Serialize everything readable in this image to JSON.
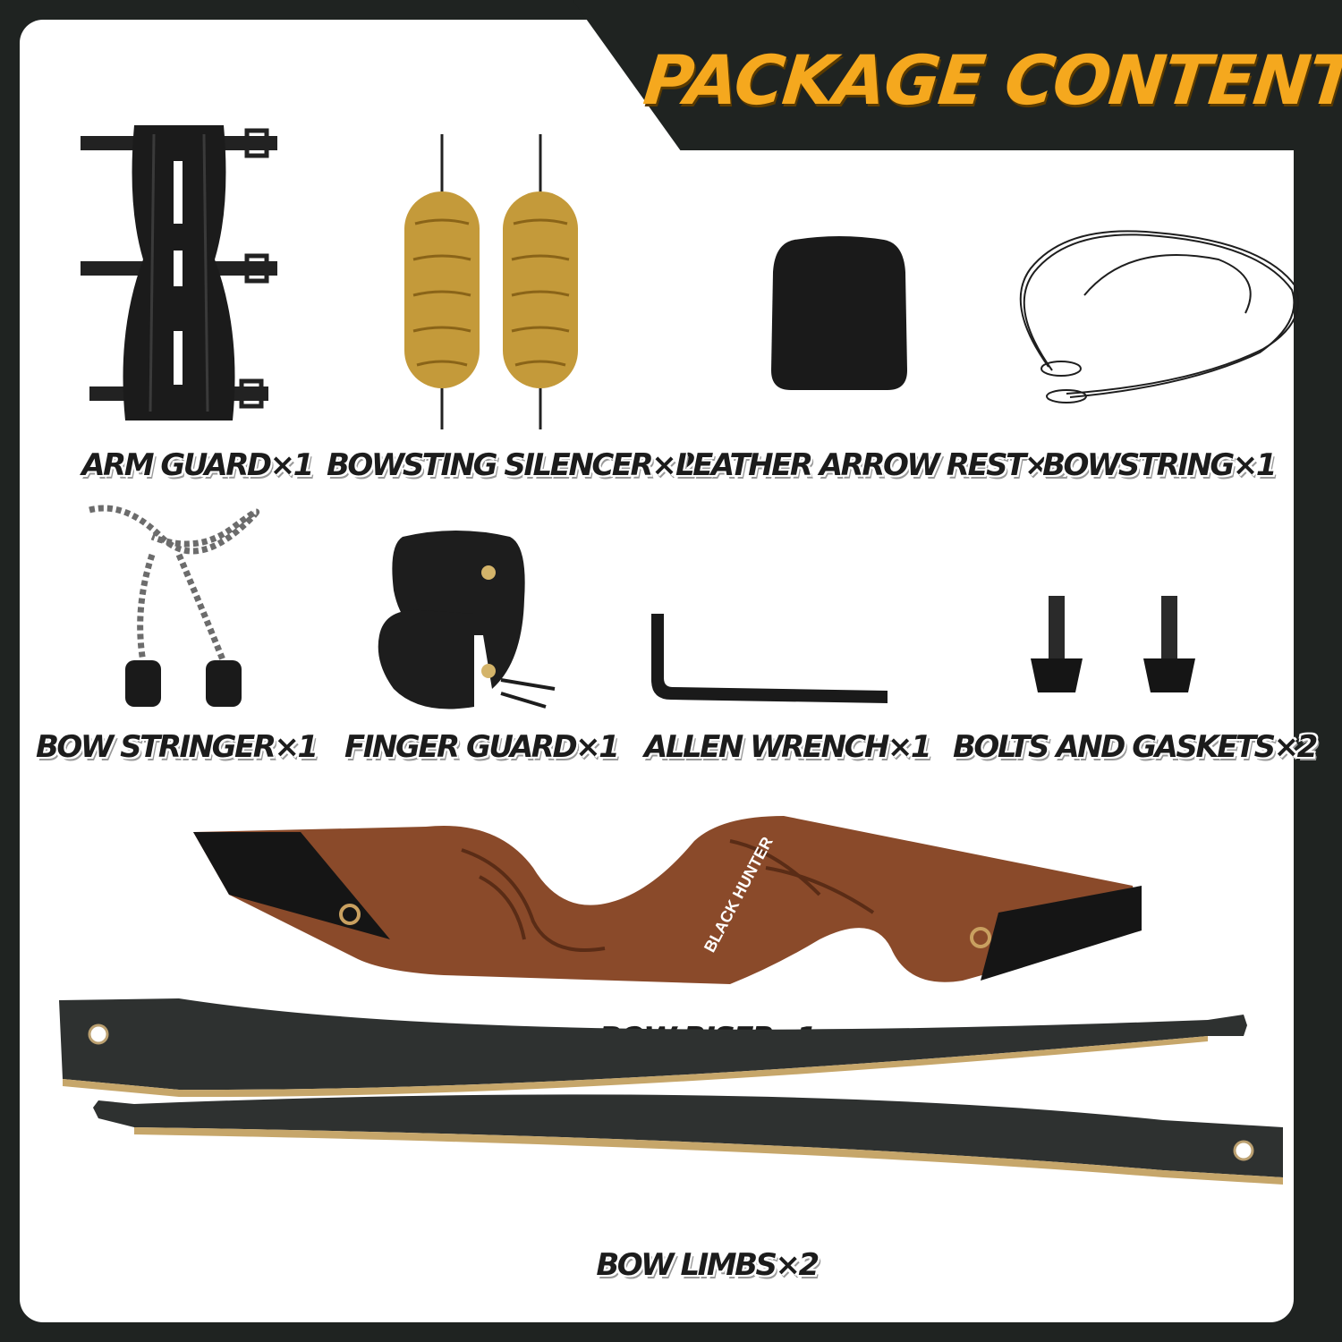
{
  "header": {
    "title": "PACKAGE CONTENTS"
  },
  "items": {
    "arm_guard": "ARM GUARD×1",
    "silencer": "BOWSTING SILENCER×2",
    "arrow_rest": "LEATHER ARROW REST×1",
    "bowstring": "BOWSTRING×1",
    "stringer": "BOW STRINGER×1",
    "finger_guard": "FINGER GUARD×1",
    "allen_wrench": "ALLEN WRENCH×1",
    "bolts": "BOLTS AND GASKETS×2",
    "riser": "BOW RISER×1",
    "limbs": "BOW LIMBS×2"
  },
  "brand": {
    "riser_logo": "BLACK HUNTER"
  },
  "colors": {
    "title": "#f5a81e",
    "background": "#1f2321",
    "panel": "#ffffff",
    "label": "#1c1c1c",
    "wood": "#8a4a2a",
    "limb": "#2e3130"
  }
}
